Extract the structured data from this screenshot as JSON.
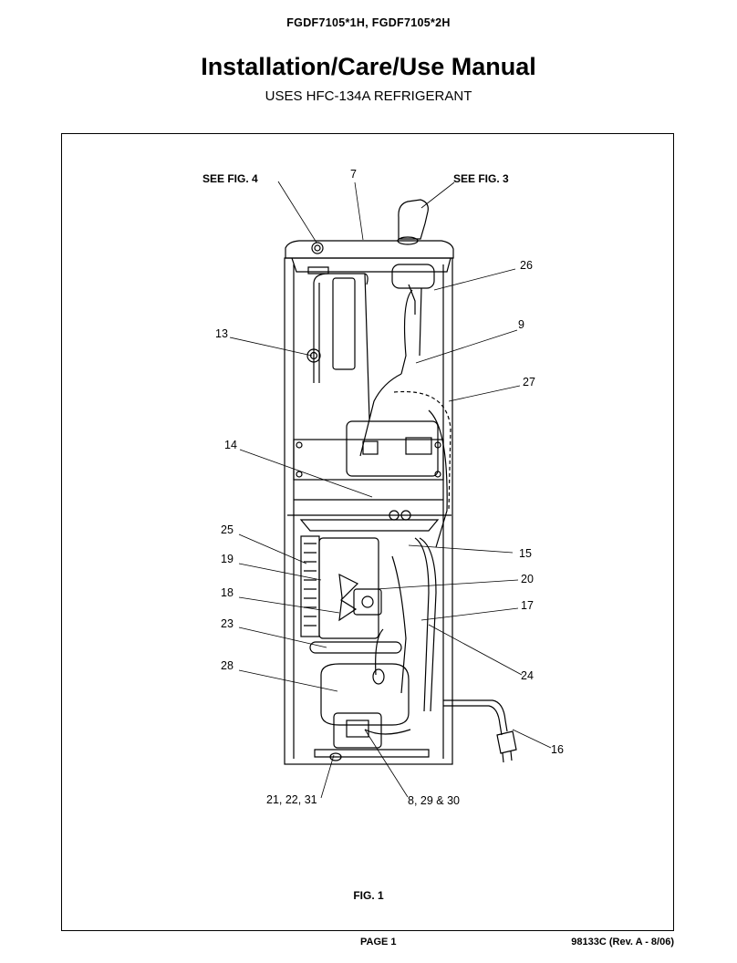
{
  "header": {
    "models": "FGDF7105*1H,    FGDF7105*2H",
    "title": "Installation/Care/Use Manual",
    "subtitle": "USES HFC-134A REFRIGERANT"
  },
  "figure": {
    "caption": "FIG. 1",
    "callouts": {
      "see_fig_4": "SEE FIG. 4",
      "see_fig_3": "SEE FIG. 3",
      "c7": "7",
      "c26": "26",
      "c9": "9",
      "c13": "13",
      "c27": "27",
      "c14": "14",
      "c25": "25",
      "c19": "19",
      "c15": "15",
      "c20": "20",
      "c18": "18",
      "c17": "17",
      "c23": "23",
      "c28": "28",
      "c24": "24",
      "c16": "16",
      "c21_22_31": "21, 22, 31",
      "c8_29_30": "8, 29 & 30"
    }
  },
  "footer": {
    "page": "PAGE 1",
    "revision": "98133C (Rev. A - 8/06)"
  }
}
